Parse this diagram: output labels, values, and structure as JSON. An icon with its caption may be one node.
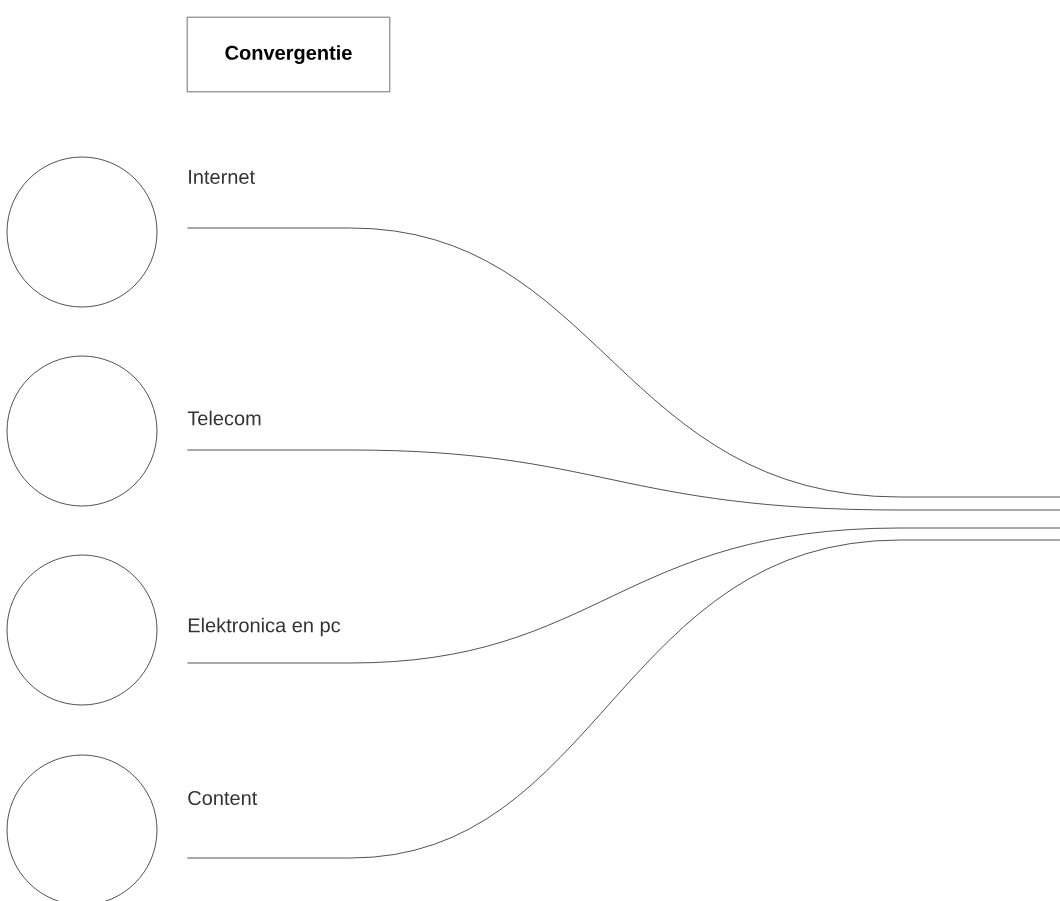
{
  "diagram": {
    "title": "Convergentie",
    "nodes": [
      {
        "text": [],
        "shape": "circle",
        "beside": [
          "Internet"
        ]
      },
      {
        "text": [],
        "shape": "circle",
        "beside": [
          "Telecom"
        ]
      },
      {
        "text": [],
        "shape": "circle",
        "beside": [
          "Elektronica en pc"
        ]
      },
      {
        "text": [],
        "shape": "circle",
        "beside": [
          "Content"
        ]
      }
    ],
    "edges": [
      {
        "from": 0,
        "to": null,
        "arrow": "none"
      },
      {
        "from": 1,
        "to": null,
        "arrow": "none"
      },
      {
        "from": 2,
        "to": null,
        "arrow": "none"
      },
      {
        "from": 3,
        "to": null,
        "arrow": "none"
      }
    ]
  }
}
